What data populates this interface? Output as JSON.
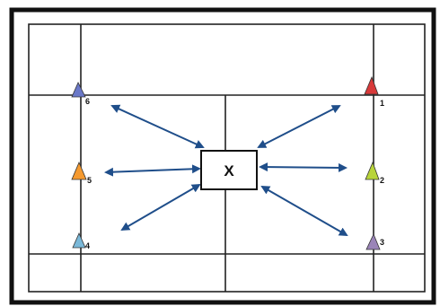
{
  "center": {
    "label": "X"
  },
  "cones": [
    {
      "number": "6",
      "color": "#6a78c8"
    },
    {
      "number": "5",
      "color": "#f59a30"
    },
    {
      "number": "4",
      "color": "#7ab8d8"
    },
    {
      "number": "1",
      "color": "#d83a3a"
    },
    {
      "number": "2",
      "color": "#b8d43a"
    },
    {
      "number": "3",
      "color": "#9a84b8"
    }
  ],
  "colors": {
    "arrow": "#1f4e8a",
    "lines": "#222222",
    "frame": "#111111"
  }
}
